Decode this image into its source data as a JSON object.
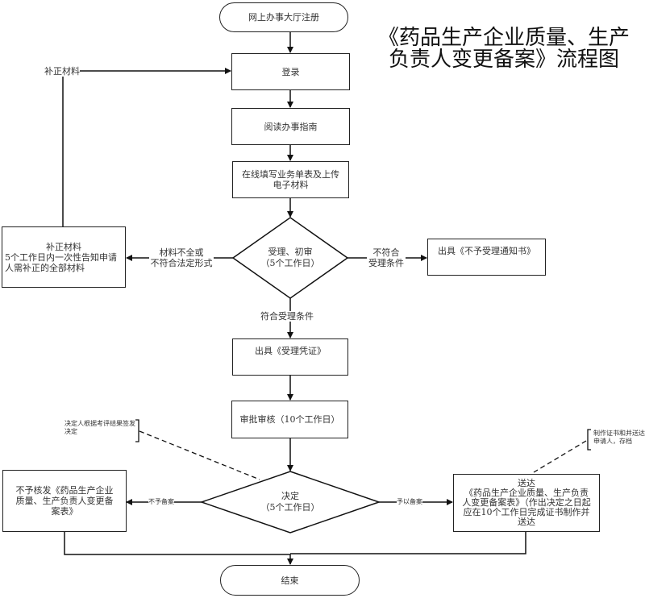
{
  "title": "《药品生产企业质量、生产负责人变更备案》流程图",
  "nodes": {
    "start": "网上办事大厅注册",
    "login": "登录",
    "read_guide": "阅读办事指南",
    "fill_form": "在线填写业务单表及上传电子材料",
    "accept_review": "受理、初审\n（5个工作日）",
    "supplement_box": "补正材料\n5个工作日内一次性告知申请人需补正的全部材料",
    "supplement_box_title": "补正材料",
    "supplement_box_body": "5个工作日内一次性告知申请人需补正的全部材料",
    "reject_notice": "出具《不予受理通知书》",
    "issue_receipt": "出具《受理凭证》",
    "approval_review": "审批审核（10个工作日）",
    "decision_line1": "决定",
    "decision_line2": "（5个工作日）",
    "not_issued": "不予核发《药品生产企业质量、生产负责人变更备案表》",
    "deliver_title": "送达",
    "deliver_body": "《药品生产企业质量、生产负责人变更备案表》（作出决定之日起应在10个工作日完成证书制作并送达",
    "end": "结束"
  },
  "edge_labels": {
    "supplement_return": "补正材料",
    "incomplete": "材料不全或\n不符合法定形式",
    "not_meet": "不符合\n受理条件",
    "meets": "符合受理条件",
    "not_filed": "不予备案",
    "filed": "予以备案"
  },
  "annotations": {
    "decision_note": "决定人根据考评结果签发决定",
    "delivery_note": "制作证书和并送达申请人，存档"
  }
}
